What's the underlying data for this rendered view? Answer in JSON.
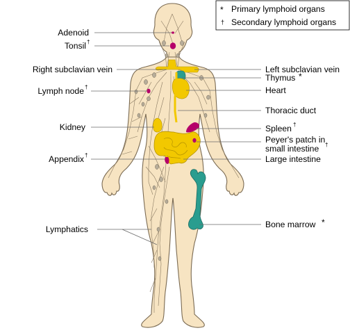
{
  "legend": {
    "primary_symbol": "*",
    "primary_label": "Primary lymphoid organs",
    "secondary_symbol": "†",
    "secondary_label": "Secondary lymphoid organs"
  },
  "labels_left": {
    "adenoid": "Adenoid",
    "tonsil": "Tonsil",
    "tonsil_mark": "†",
    "right_subclavian_vein": "Right subclavian vein",
    "lymph_node": "Lymph node",
    "lymph_node_mark": "†",
    "kidney": "Kidney",
    "appendix": "Appendix",
    "appendix_mark": "†",
    "lymphatics": "Lymphatics"
  },
  "labels_right": {
    "left_subclavian_vein": "Left subclavian vein",
    "thymus": "Thymus",
    "thymus_mark": "*",
    "heart": "Heart",
    "thoracic_duct": "Thoracic duct",
    "spleen": "Spleen",
    "spleen_mark": "†",
    "peyers_line1": "Peyer's patch in",
    "peyers_line2": "small intestine",
    "peyers_mark": "†",
    "large_intestine": "Large intestine",
    "bone_marrow": "Bone marrow",
    "bone_marrow_mark": "*"
  },
  "colors": {
    "skin": "#f7e4c2",
    "lymphoid_organ": "#b5006a",
    "thymus": "#2a9d8f",
    "intestine": "#f2c800",
    "bone": "#2a9d8f"
  }
}
